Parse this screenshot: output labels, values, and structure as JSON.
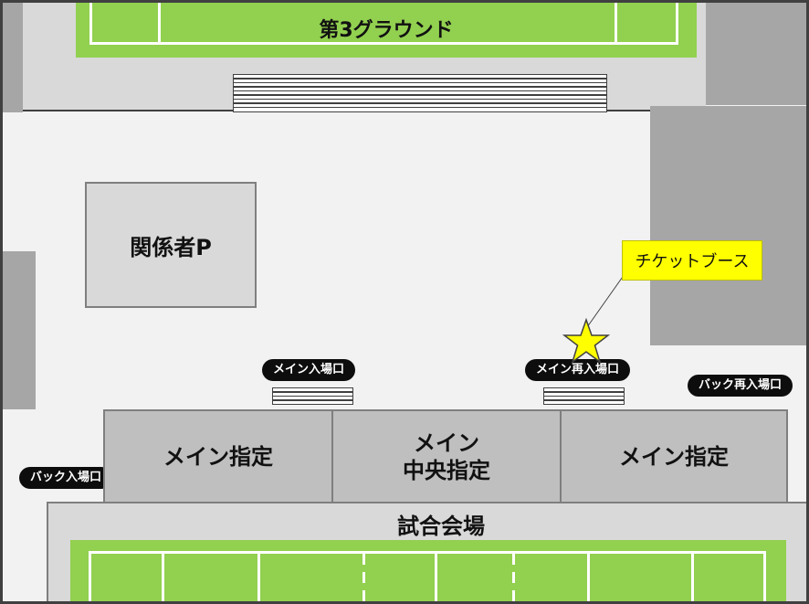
{
  "ground3": {
    "label": "第3グラウンド"
  },
  "parking": {
    "label": "関係者P"
  },
  "callout": {
    "label": "チケットブース"
  },
  "gates": {
    "main_entrance": "メイン入場口",
    "main_reentry": "メイン再入場口",
    "back_reentry": "バック再入場口",
    "back_entrance": "バック入場口"
  },
  "seats": {
    "left": "メイン指定",
    "center_line1": "メイン",
    "center_line2": "中央指定",
    "right": "メイン指定"
  },
  "stadium": {
    "label": "試合会場"
  },
  "colors": {
    "field": "#92d050",
    "star": "#ffff00",
    "callout_bg": "#ffff00",
    "pill_bg": "#0d0d0d"
  },
  "icons": {
    "ticket_booth": "star-icon"
  }
}
